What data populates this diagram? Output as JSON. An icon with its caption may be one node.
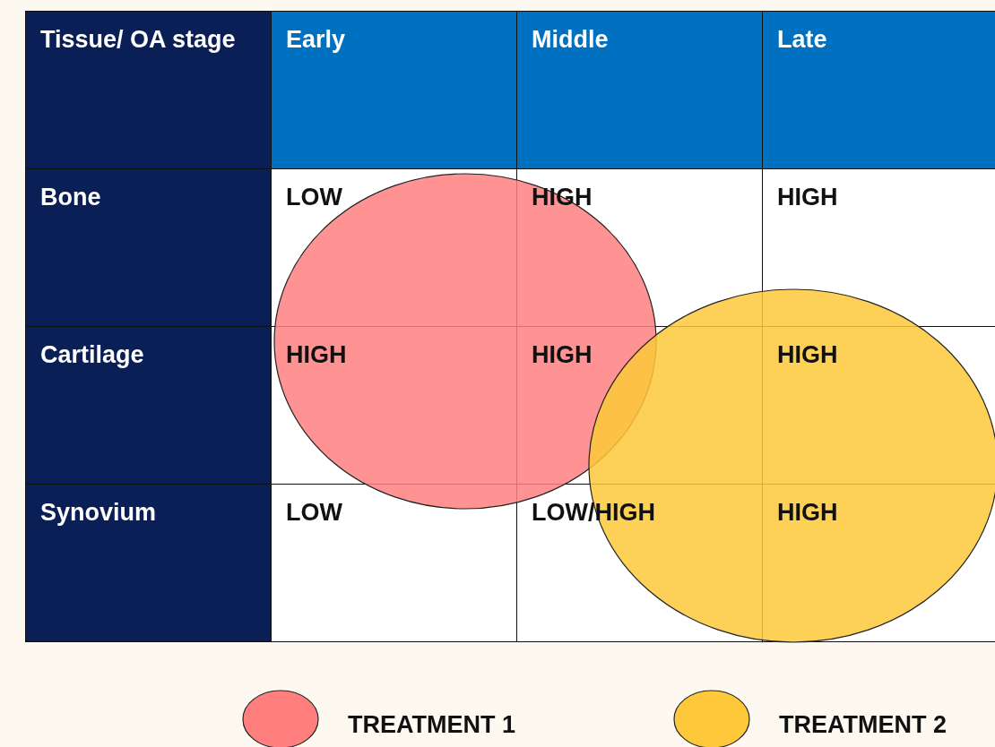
{
  "diagram": {
    "labels": [
      "Tissue/ OA stage",
      "Early",
      "Middle",
      "Late",
      "Bone",
      "LOW",
      "HIGH",
      "HIGH",
      "Cartilage",
      "HIGH",
      "HIGH",
      "HIGH",
      "Synovium",
      "LOW",
      "LOW/HIGH",
      "HIGH"
    ],
    "legend": [
      {
        "text": "TREATMENT 1",
        "color": "#ff7f7f"
      },
      {
        "text": "TREATMENT 2",
        "color": "#fdc93a"
      }
    ]
  }
}
